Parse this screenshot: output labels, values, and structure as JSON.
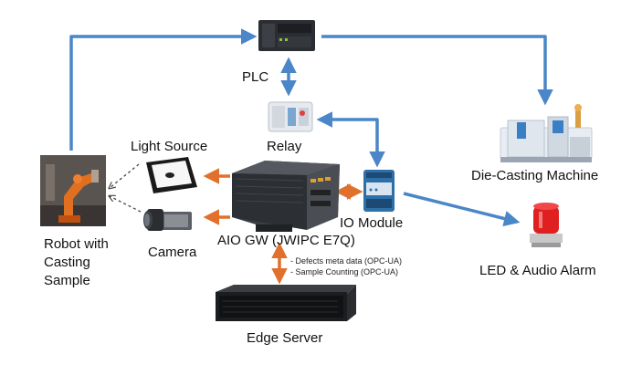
{
  "nodes": {
    "plc": {
      "label": "PLC"
    },
    "relay": {
      "label": "Relay"
    },
    "light_source": {
      "label": "Light Source"
    },
    "camera": {
      "label": "Camera"
    },
    "robot": {
      "label": "Robot with Casting Sample"
    },
    "aio_gw": {
      "label": "AIO GW (JWIPC E7Q)"
    },
    "io_module": {
      "label": "IO Module"
    },
    "die_casting": {
      "label": "Die-Casting Machine"
    },
    "alarm": {
      "label": "LED & Audio Alarm"
    },
    "edge_server": {
      "label": "Edge Server"
    }
  },
  "notes": [
    "- Defects meta data (OPC-UA)",
    "- Sample Counting (OPC-UA)"
  ],
  "colors": {
    "blue_link": "#4a86c8",
    "orange_link": "#e0702c",
    "dashed_link": "#555555",
    "alarm_red": "#e02020"
  },
  "icons": {
    "plc": "plc-device-icon",
    "relay": "relay-icon",
    "light_source": "light-source-icon",
    "camera": "industrial-camera-icon",
    "robot": "robot-arm-icon",
    "aio_gw": "industrial-pc-icon",
    "io_module": "io-module-icon",
    "die_casting": "die-casting-machine-icon",
    "alarm": "alarm-beacon-icon",
    "edge_server": "rack-server-icon"
  }
}
